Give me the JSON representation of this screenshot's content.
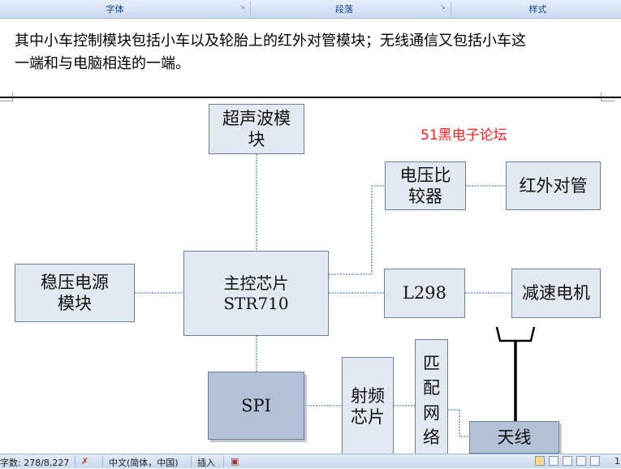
{
  "ribbon": {
    "groups": [
      {
        "label": "字体"
      },
      {
        "label": "段落"
      },
      {
        "label": "样式"
      }
    ]
  },
  "document": {
    "line1": "其中小车控制模块包括小车以及轮胎上的红外对管模块；无线通信又包括小车这",
    "line2": "一端和与电脑相连的一端。"
  },
  "diagram": {
    "watermark": "51黑电子论坛",
    "blocks": {
      "ultrasonic": "超声波模块",
      "voltage_comparator": "电压比较器",
      "infrared": "红外对管",
      "regulator": "稳压电源模块",
      "main_chip_line1": "主控芯片",
      "main_chip_line2": "STR710",
      "driver": "L298",
      "motor": "减速电机",
      "spi": "SPI",
      "rf_chip": "射频芯片",
      "matching": "匹配网络",
      "antenna": "天线"
    }
  },
  "statusbar": {
    "word_count": "字数: 278/8,227",
    "language": "中文(简体，中国)",
    "insert_mode": "插入",
    "zoom_partial": "1"
  },
  "colors": {
    "ribbon_text": "#15428b",
    "box_light": "#e2e9f3",
    "box_dark": "#b4c2d8",
    "connector": "#4f80c0",
    "watermark": "#ff2020"
  }
}
